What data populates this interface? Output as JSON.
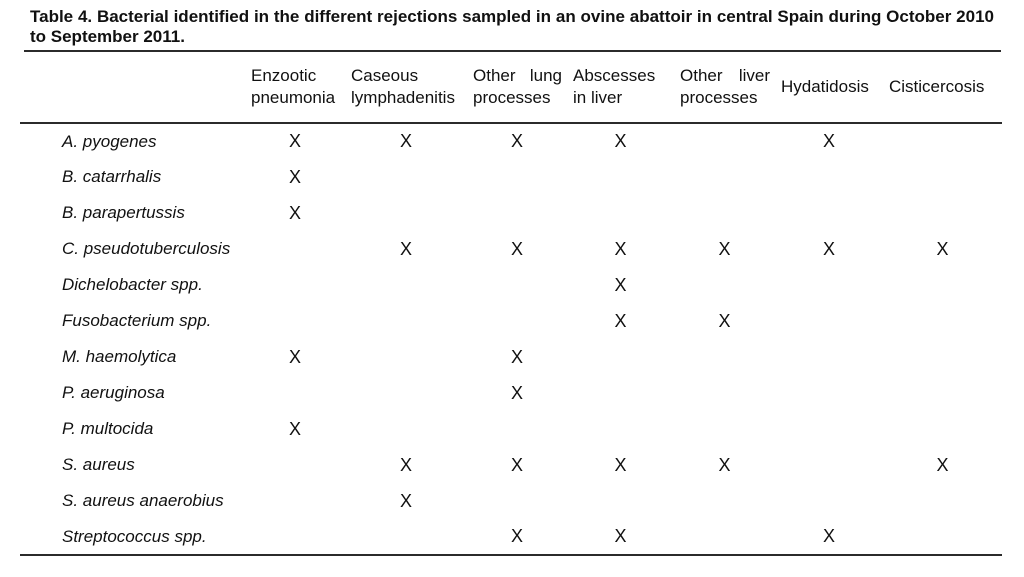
{
  "caption": "Table 4. Bacterial identified in the different rejections sampled in an ovine abattoir in central Spain during October 2010 to September 2011.",
  "table": {
    "mark": "X",
    "columns": [
      {
        "line1": "Enzootic",
        "line2": "pneumonia"
      },
      {
        "line1": "Caseous",
        "line2": "lymphadenitis"
      },
      {
        "line1": "Other lung",
        "line2": "processes"
      },
      {
        "line1": "Abscesses",
        "line2": "in liver"
      },
      {
        "line1": "Other liver",
        "line2": "processes"
      },
      {
        "line1": "Hydatidosis",
        "line2": ""
      },
      {
        "line1": "Cisticercosis",
        "line2": ""
      }
    ],
    "rows": [
      {
        "species": "A. pyogenes",
        "marks": [
          1,
          1,
          1,
          1,
          0,
          1,
          0
        ]
      },
      {
        "species": "B. catarrhalis",
        "marks": [
          1,
          0,
          0,
          0,
          0,
          0,
          0
        ]
      },
      {
        "species": "B. parapertussis",
        "marks": [
          1,
          0,
          0,
          0,
          0,
          0,
          0
        ]
      },
      {
        "species": "C. pseudotuberculosis",
        "marks": [
          0,
          1,
          1,
          1,
          1,
          1,
          1
        ]
      },
      {
        "species": "Dichelobacter spp.",
        "marks": [
          0,
          0,
          0,
          1,
          0,
          0,
          0
        ]
      },
      {
        "species": "Fusobacterium spp.",
        "marks": [
          0,
          0,
          0,
          1,
          1,
          0,
          0
        ]
      },
      {
        "species": "M. haemolytica",
        "marks": [
          1,
          0,
          1,
          0,
          0,
          0,
          0
        ]
      },
      {
        "species": "P. aeruginosa",
        "marks": [
          0,
          0,
          1,
          0,
          0,
          0,
          0
        ]
      },
      {
        "species": "P. multocida",
        "marks": [
          1,
          0,
          0,
          0,
          0,
          0,
          0
        ]
      },
      {
        "species": "S. aureus",
        "marks": [
          0,
          1,
          1,
          1,
          1,
          0,
          1
        ]
      },
      {
        "species": "S. aureus anaerobius",
        "marks": [
          0,
          1,
          0,
          0,
          0,
          0,
          0
        ]
      },
      {
        "species": "Streptococcus spp.",
        "marks": [
          0,
          0,
          1,
          1,
          0,
          1,
          0
        ]
      }
    ]
  },
  "colors": {
    "text": "#111111",
    "rule": "#2b2b2b",
    "background": "#ffffff"
  }
}
